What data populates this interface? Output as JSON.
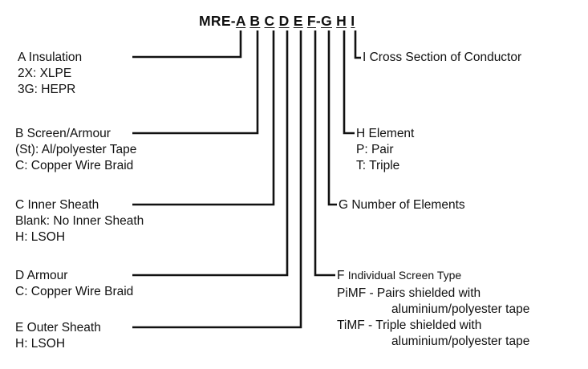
{
  "code": {
    "prefix": "MRE-",
    "a": "A",
    "b": "B",
    "c": "C",
    "d": "D",
    "e": "E",
    "f": "F",
    "dash": "-",
    "g": "G",
    "h": "H",
    "i": "I"
  },
  "left": [
    {
      "title": "A Insulation",
      "lines": [
        "2X: XLPE",
        "3G: HEPR"
      ]
    },
    {
      "title": "B Screen/Armour",
      "lines": [
        "(St): Al/polyester Tape",
        "C: Copper Wire Braid"
      ]
    },
    {
      "title": "C Inner Sheath",
      "lines": [
        "Blank: No Inner Sheath",
        "H: LSOH"
      ]
    },
    {
      "title": "D Armour",
      "lines": [
        "C: Copper Wire Braid"
      ]
    },
    {
      "title": "E Outer Sheath",
      "lines": [
        "H: LSOH"
      ]
    }
  ],
  "right": [
    {
      "title": "I Cross Section of Conductor",
      "lines": []
    },
    {
      "title": "H Element",
      "lines": [
        "P: Pair",
        "T: Triple"
      ]
    },
    {
      "title": "G Number of Elements",
      "lines": []
    },
    {
      "title_letter": "F",
      "title": "Individual Screen Type",
      "lines": [
        "PiMF - Pairs shielded with",
        "aluminium/polyester tape",
        "TiMF - Triple shielded with",
        "aluminium/polyester tape"
      ]
    }
  ]
}
